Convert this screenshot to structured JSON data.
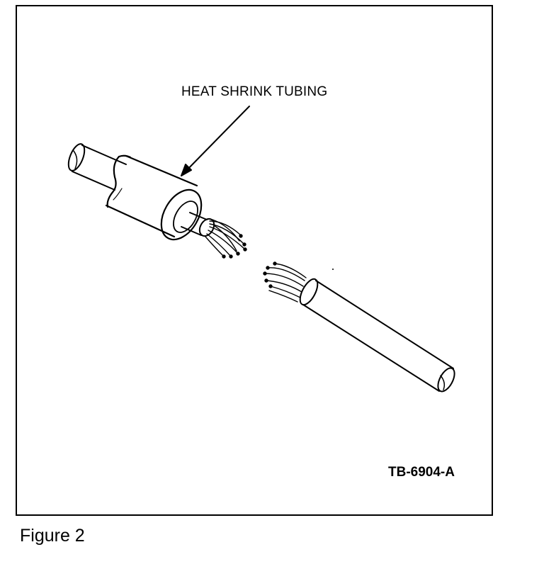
{
  "figure": {
    "callout_label": "HEAT SHRINK TUBING",
    "reference_code": "TB-6904-A",
    "caption": "Figure 2"
  },
  "colors": {
    "ink": "#000000",
    "paper": "#ffffff"
  }
}
